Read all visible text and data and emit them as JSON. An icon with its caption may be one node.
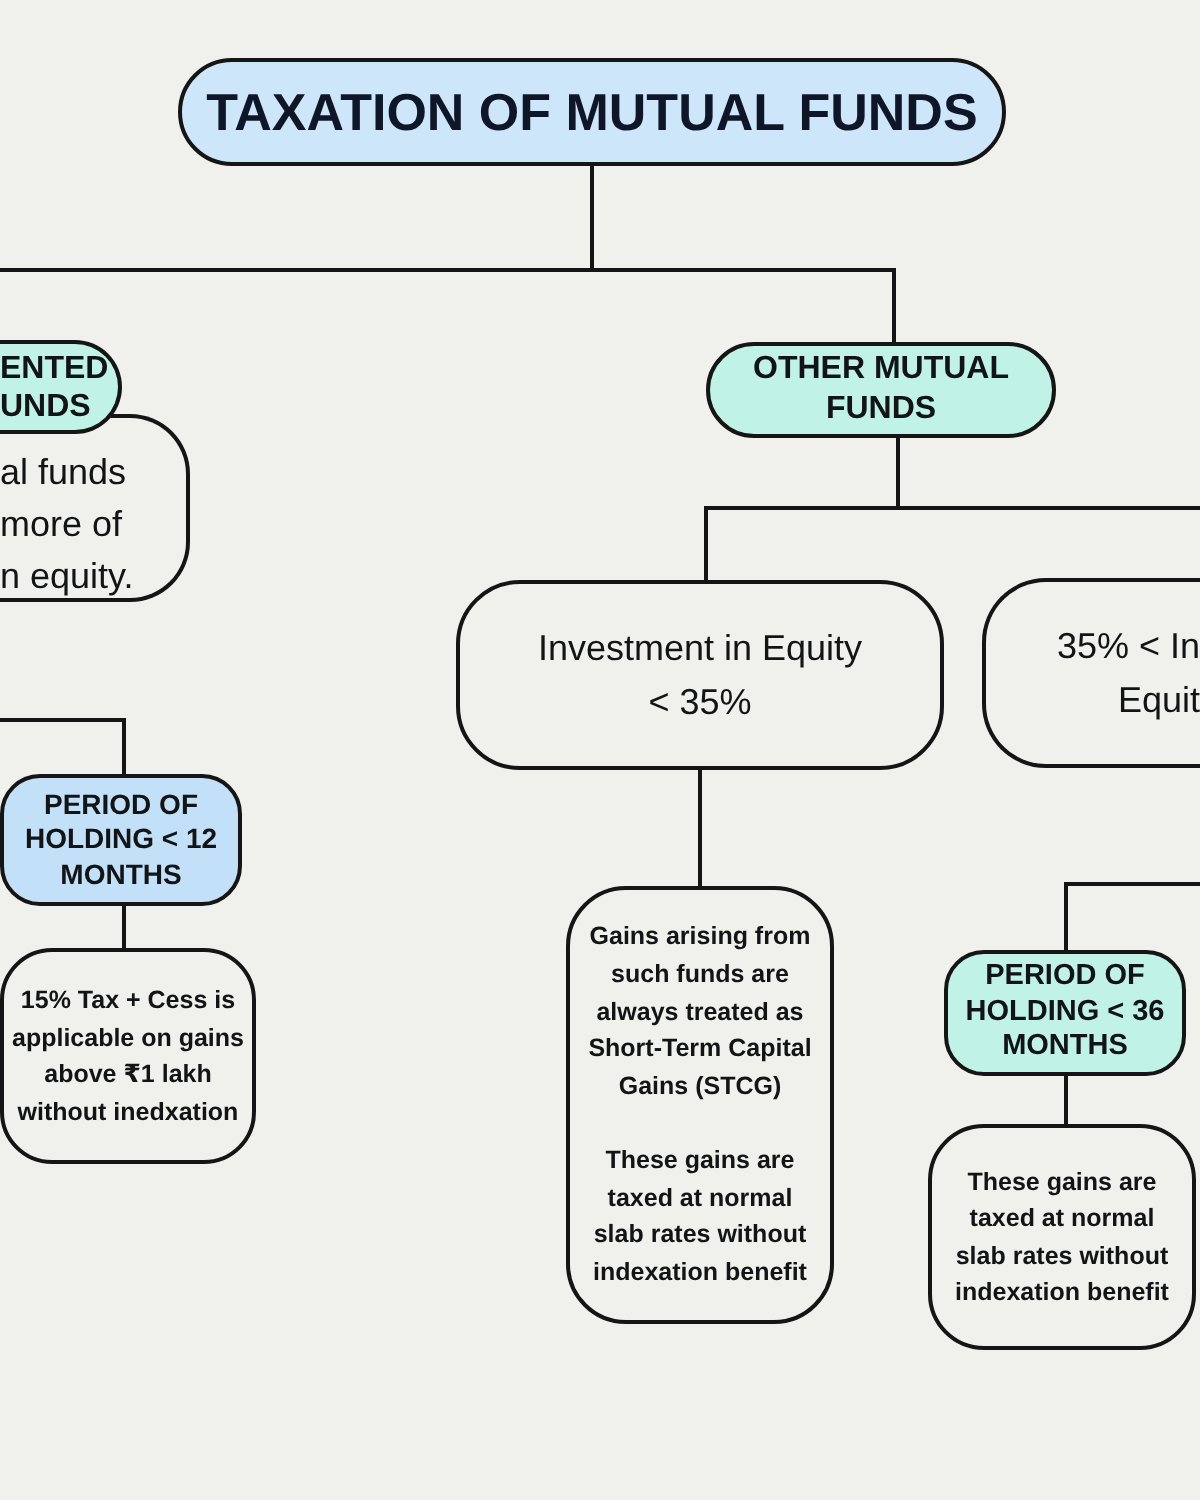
{
  "diagram": {
    "nodes": [
      {
        "text": [
          "TAXATION OF MUTUAL FUNDS"
        ]
      },
      {
        "text": [
          "ENTED UNDS"
        ]
      },
      {
        "text": [
          "al funds more of n equity."
        ]
      },
      {
        "text": [
          "OTHER MUTUAL FUNDS"
        ]
      },
      {
        "text": [
          "Investment in Equity < 35%"
        ]
      },
      {
        "text": [
          "35% < In Equit"
        ]
      },
      {
        "text": [
          "PERIOD OF HOLDING < 12 MONTHS"
        ]
      },
      {
        "text": [
          "15% Tax + Cess is applicable on gains above ₹1 lakh without inedxation"
        ]
      },
      {
        "text": [
          "Gains arising from such funds are always treated as Short-Term Capital Gains (STCG)",
          "These gains are taxed at normal slab rates without indexation benefit"
        ]
      },
      {
        "text": [
          "PERIOD OF HOLDING < 36 MONTHS"
        ]
      },
      {
        "text": [
          "These gains are taxed at normal slab rates without indexation benefit"
        ]
      }
    ],
    "edges": [
      {
        "from": 0,
        "to": null,
        "arrow": "none"
      },
      {
        "from": 0,
        "to": 3,
        "arrow": "none"
      },
      {
        "from": 3,
        "to": 4,
        "arrow": "none"
      },
      {
        "from": 3,
        "to": null,
        "arrow": "none"
      },
      {
        "from": 4,
        "to": 8,
        "arrow": "none"
      },
      {
        "from": null,
        "to": 6,
        "arrow": "none"
      },
      {
        "from": 6,
        "to": 7,
        "arrow": "none"
      },
      {
        "from": null,
        "to": 9,
        "arrow": "none"
      },
      {
        "from": 9,
        "to": 10,
        "arrow": "none"
      }
    ]
  }
}
